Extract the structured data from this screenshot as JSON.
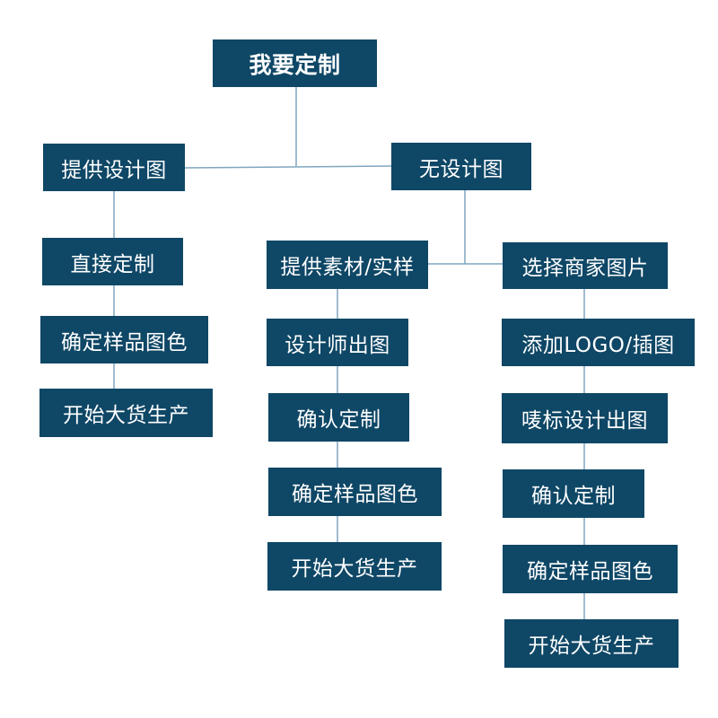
{
  "root": {
    "label": "我要定制"
  },
  "branch_provided": {
    "label": "提供设计图",
    "steps": [
      "直接定制",
      "确定样品图色",
      "开始大货生产"
    ]
  },
  "branch_none": {
    "label": "无设计图",
    "option_material": {
      "label": "提供素材/实样",
      "steps": [
        "设计师出图",
        "确认定制",
        "确定样品图色",
        "开始大货生产"
      ]
    },
    "option_merchant": {
      "label": "选择商家图片",
      "steps": [
        "添加LOGO/插图",
        "唛标设计出图",
        "确认定制",
        "确定样品图色",
        "开始大货生产"
      ]
    }
  }
}
